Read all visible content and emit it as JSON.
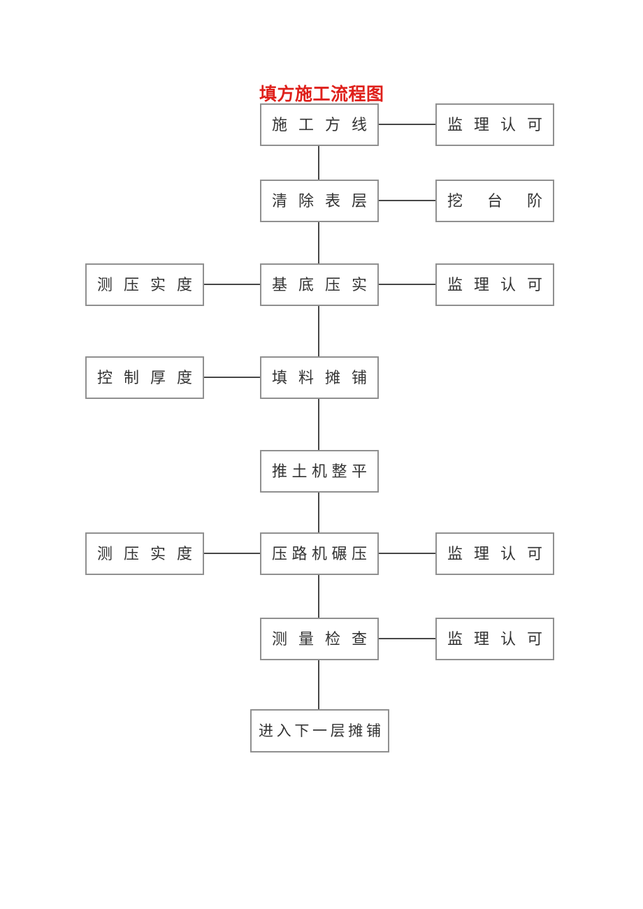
{
  "title": "填方施工流程图",
  "colors": {
    "title_red": "#df201b",
    "box_border": "#909090",
    "box_text": "#333333",
    "connector": "#474747",
    "background": "#ffffff"
  },
  "nodes": {
    "construction_layout": "施工方线",
    "supervisor_approval_1": "监理认可",
    "clear_surface": "清除表层",
    "dig_steps": "挖台阶",
    "compaction_test_1": "测压实度",
    "base_compaction": "基底压实",
    "supervisor_approval_2": "监理认可",
    "thickness_control": "控制厚度",
    "fill_spreading": "填料摊铺",
    "bulldozer_leveling": "推土机整平",
    "compaction_test_2": "测压实度",
    "roller_compaction": "压路机碾压",
    "supervisor_approval_3": "监理认可",
    "survey_check": "测量检查",
    "supervisor_approval_4": "监理认可",
    "next_layer": "进入下一层摊铺"
  },
  "edges": [
    [
      "construction_layout",
      "supervisor_approval_1"
    ],
    [
      "construction_layout",
      "clear_surface"
    ],
    [
      "clear_surface",
      "dig_steps"
    ],
    [
      "clear_surface",
      "base_compaction"
    ],
    [
      "compaction_test_1",
      "base_compaction"
    ],
    [
      "base_compaction",
      "supervisor_approval_2"
    ],
    [
      "base_compaction",
      "fill_spreading"
    ],
    [
      "thickness_control",
      "fill_spreading"
    ],
    [
      "fill_spreading",
      "bulldozer_leveling"
    ],
    [
      "bulldozer_leveling",
      "roller_compaction"
    ],
    [
      "compaction_test_2",
      "roller_compaction"
    ],
    [
      "roller_compaction",
      "supervisor_approval_3"
    ],
    [
      "roller_compaction",
      "survey_check"
    ],
    [
      "survey_check",
      "supervisor_approval_4"
    ],
    [
      "survey_check",
      "next_layer"
    ]
  ]
}
